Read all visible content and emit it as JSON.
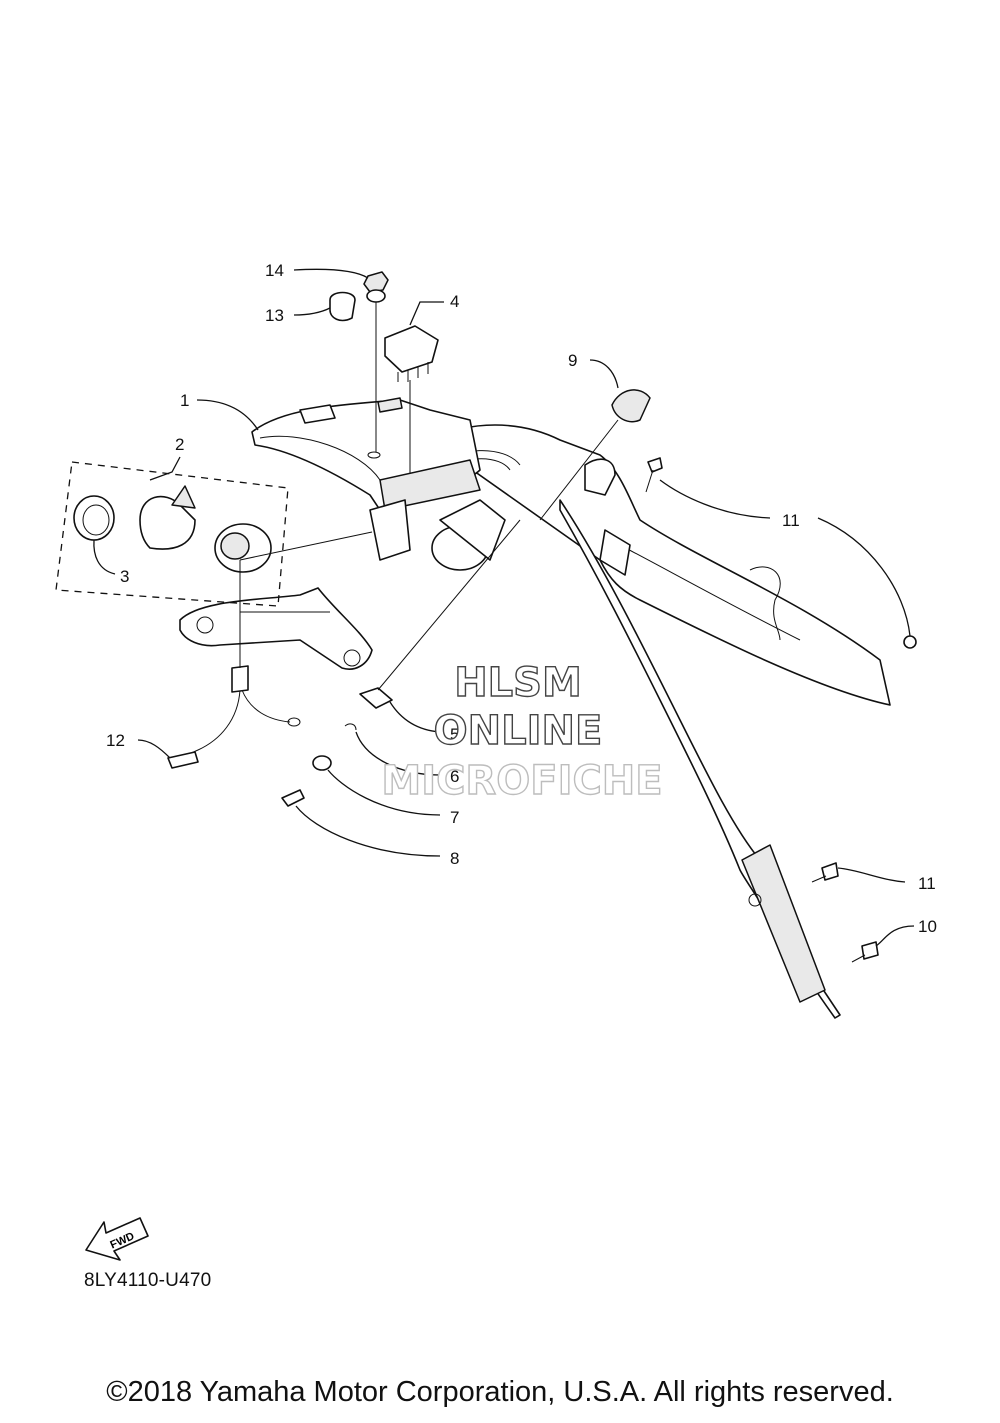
{
  "diagram": {
    "callouts": [
      "1",
      "2",
      "3",
      "4",
      "5",
      "6",
      "7",
      "8",
      "9",
      "10",
      "11",
      "11",
      "12",
      "13",
      "14"
    ],
    "fwd_label": "FWD",
    "drawing_number": "8LY4110-U470"
  },
  "watermark": {
    "line1": "HLSM",
    "line2": "ONLINE",
    "line3": "MICROFICHE"
  },
  "footer": {
    "copyright": "©2018 Yamaha Motor Corporation, U.S.A. All rights reserved."
  }
}
